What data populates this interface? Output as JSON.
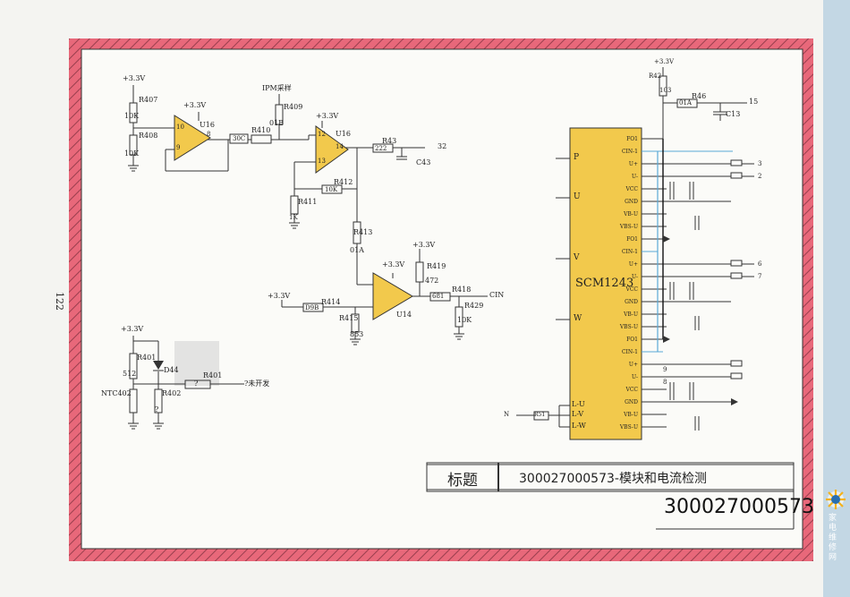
{
  "page_number": "122",
  "title_block": {
    "label": "标题",
    "title": "300027000573-模块和电流检测",
    "code": "300027000573"
  },
  "ic": {
    "name": "SCM1243"
  },
  "ic_left_pins": [
    "P",
    "U",
    "V",
    "W",
    "L-U",
    "L-V",
    "L-W"
  ],
  "ic_right_pins": [
    "FO1",
    "CIN-1",
    "U+",
    "U-",
    "VCC",
    "GND",
    "VB-U",
    "VBS-U",
    "FO1",
    "CIN-1",
    "U+",
    "U-",
    "VCC",
    "GND",
    "VB-U",
    "VBS-U",
    "FO1",
    "CIN-1",
    "U+",
    "U-",
    "VCC",
    "GND",
    "VB-U",
    "VBS-U"
  ],
  "labels": {
    "v33_a": "+3.3V",
    "r407": "R407",
    "r407_val": "10K",
    "r408": "R408",
    "r408_val": "10K",
    "v33_b": "+3.3V",
    "u16_a": "U16",
    "pin10": "10",
    "pin9": "9",
    "pin8": "8",
    "r410_val": "30C",
    "r410": "R410",
    "ipm_label": "IPM采样",
    "r409": "R409",
    "r409_val": "01B",
    "v33_c": "+3.3V",
    "u16_b": "U16",
    "pin12": "12",
    "pin13": "13",
    "pin14": "14",
    "r43": "R43",
    "r43_val": "222",
    "net32": "32",
    "c43": "C43",
    "r412": "R412",
    "r412_val": "10K",
    "r411": "R411",
    "r411_val": "1K",
    "r413": "R413",
    "r413_val": "01A",
    "v33_d": "+3.3V",
    "r419": "R419",
    "r419_val": "472",
    "v33_e": "+3.3V",
    "v33_f": "+3.3V",
    "r414": "R414",
    "r414_val": "D9B",
    "u14": "U14",
    "r415": "R415",
    "r415_val": "853",
    "r418_val": "681",
    "r418": "R418",
    "cin": "CIN",
    "r429": "R429",
    "r429_val": "10K",
    "v33_g": "+3.3V",
    "r401": "R401",
    "r401_val": "512",
    "d44": "D44",
    "ntc": "NTC402",
    "r402": "R402",
    "r402_val": "?",
    "r401b": "R401",
    "r401b_val": "?",
    "note": "?未开发",
    "v33_h": "+3.3V",
    "r42": "R42",
    "r42_val": "103",
    "r46": "R46",
    "r46_val": "01A",
    "net15": "15",
    "c13": "C13",
    "net_n": "N",
    "r_n": "R51",
    "net3": "3",
    "net2a": "2",
    "net6": "6",
    "net7": "7",
    "net9": "9",
    "net8": "8"
  }
}
